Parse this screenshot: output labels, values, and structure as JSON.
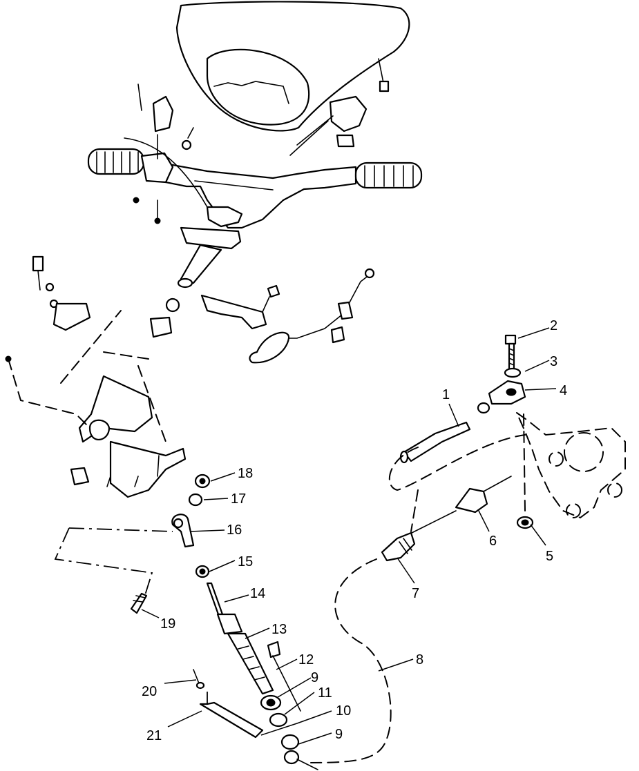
{
  "diagram": {
    "callouts": [
      {
        "id": "c1",
        "text": "1"
      },
      {
        "id": "c2",
        "text": "2"
      },
      {
        "id": "c3",
        "text": "3"
      },
      {
        "id": "c4",
        "text": "4"
      },
      {
        "id": "c5",
        "text": "5"
      },
      {
        "id": "c6",
        "text": "6"
      },
      {
        "id": "c7",
        "text": "7"
      },
      {
        "id": "c8",
        "text": "8"
      },
      {
        "id": "c9a",
        "text": "9"
      },
      {
        "id": "c9b",
        "text": "9"
      },
      {
        "id": "c10",
        "text": "10"
      },
      {
        "id": "c11",
        "text": "11"
      },
      {
        "id": "c12",
        "text": "12"
      },
      {
        "id": "c13",
        "text": "13"
      },
      {
        "id": "c14",
        "text": "14"
      },
      {
        "id": "c15",
        "text": "15"
      },
      {
        "id": "c16",
        "text": "16"
      },
      {
        "id": "c17",
        "text": "17"
      },
      {
        "id": "c18",
        "text": "18"
      },
      {
        "id": "c19",
        "text": "19"
      },
      {
        "id": "c20",
        "text": "20"
      },
      {
        "id": "c21",
        "text": "21"
      }
    ]
  }
}
